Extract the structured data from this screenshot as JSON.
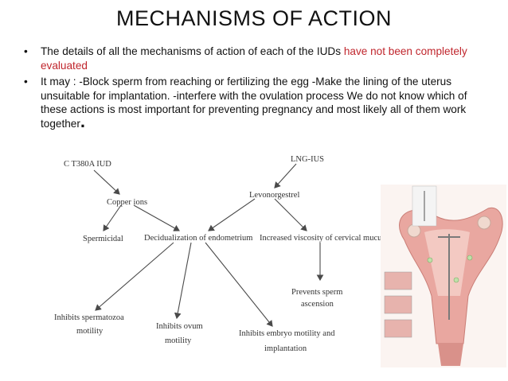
{
  "slide": {
    "title": "MECHANISMS OF ACTION",
    "bullet1_text": "The details of all the mechanisms of action of each of the IUDs ",
    "bullet1_emph": "have not been completely evaluated",
    "bullet2_text": "It may : -Block sperm from reaching or fertilizing the egg -Make the lining of the uterus unsuitable for implantation. -interfere with the ovulation process We do not know which of these actions is most important for preventing pregnancy and most likely all of them work together",
    "bullet2_end": ".",
    "bullet_marker": "•"
  },
  "diagram": {
    "nodes": {
      "cu_iud": "C T380A IUD",
      "lng_ius": "LNG-IUS",
      "copper_ions": "Copper ions",
      "levonorgestrel": "Levonorgestrel",
      "spermicidal": "Spermicidal",
      "decidualization": "Decidualization of endometrium",
      "viscosity": "Increased viscosity of cervical mucus",
      "prevents_sperm_1": "Prevents sperm",
      "prevents_sperm_2": "ascension",
      "inhibits_sperm_1": "Inhibits spermatozoa",
      "inhibits_sperm_2": "motility",
      "inhibits_ovum_1": "Inhibits ovum",
      "inhibits_ovum_2": "motility",
      "inhibits_embryo_1": "Inhibits embryo motility and",
      "inhibits_embryo_2": "implantation"
    },
    "line_color": "#4a4a4a"
  }
}
